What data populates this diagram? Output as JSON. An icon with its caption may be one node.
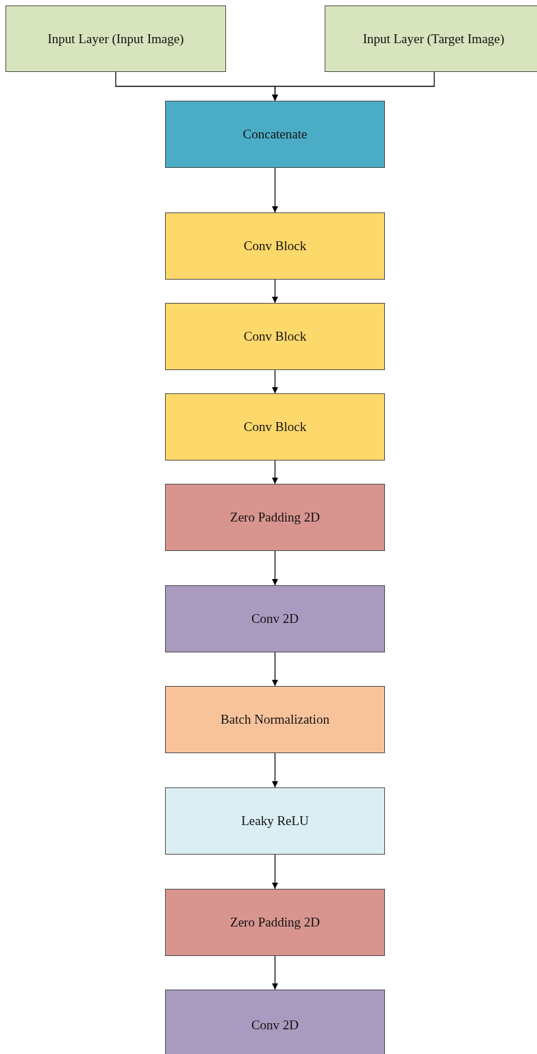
{
  "diagram": {
    "nodes": [
      {
        "text": [
          "Input Layer (Input Image)"
        ]
      },
      {
        "text": [
          "Input Layer (Target Image)"
        ]
      },
      {
        "text": [
          "Concatenate"
        ]
      },
      {
        "text": [
          "Conv Block"
        ]
      },
      {
        "text": [
          "Conv Block"
        ]
      },
      {
        "text": [
          "Conv Block"
        ]
      },
      {
        "text": [
          "Zero Padding 2D"
        ]
      },
      {
        "text": [
          "Conv 2D"
        ]
      },
      {
        "text": [
          "Batch Normalization"
        ]
      },
      {
        "text": [
          "Leaky ReLU"
        ]
      },
      {
        "text": [
          "Zero Padding 2D"
        ]
      },
      {
        "text": [
          "Conv 2D"
        ]
      }
    ],
    "edges": [
      {
        "from": 0,
        "to": 2,
        "arrow": "to"
      },
      {
        "from": 1,
        "to": 2,
        "arrow": "to"
      },
      {
        "from": 2,
        "to": 3,
        "arrow": "to"
      },
      {
        "from": 3,
        "to": 4,
        "arrow": "to"
      },
      {
        "from": 4,
        "to": 5,
        "arrow": "to"
      },
      {
        "from": 5,
        "to": 6,
        "arrow": "to"
      },
      {
        "from": 6,
        "to": 7,
        "arrow": "to"
      },
      {
        "from": 7,
        "to": 8,
        "arrow": "to"
      },
      {
        "from": 8,
        "to": 9,
        "arrow": "to"
      },
      {
        "from": 9,
        "to": 10,
        "arrow": "to"
      },
      {
        "from": 10,
        "to": 11,
        "arrow": "to"
      }
    ]
  }
}
